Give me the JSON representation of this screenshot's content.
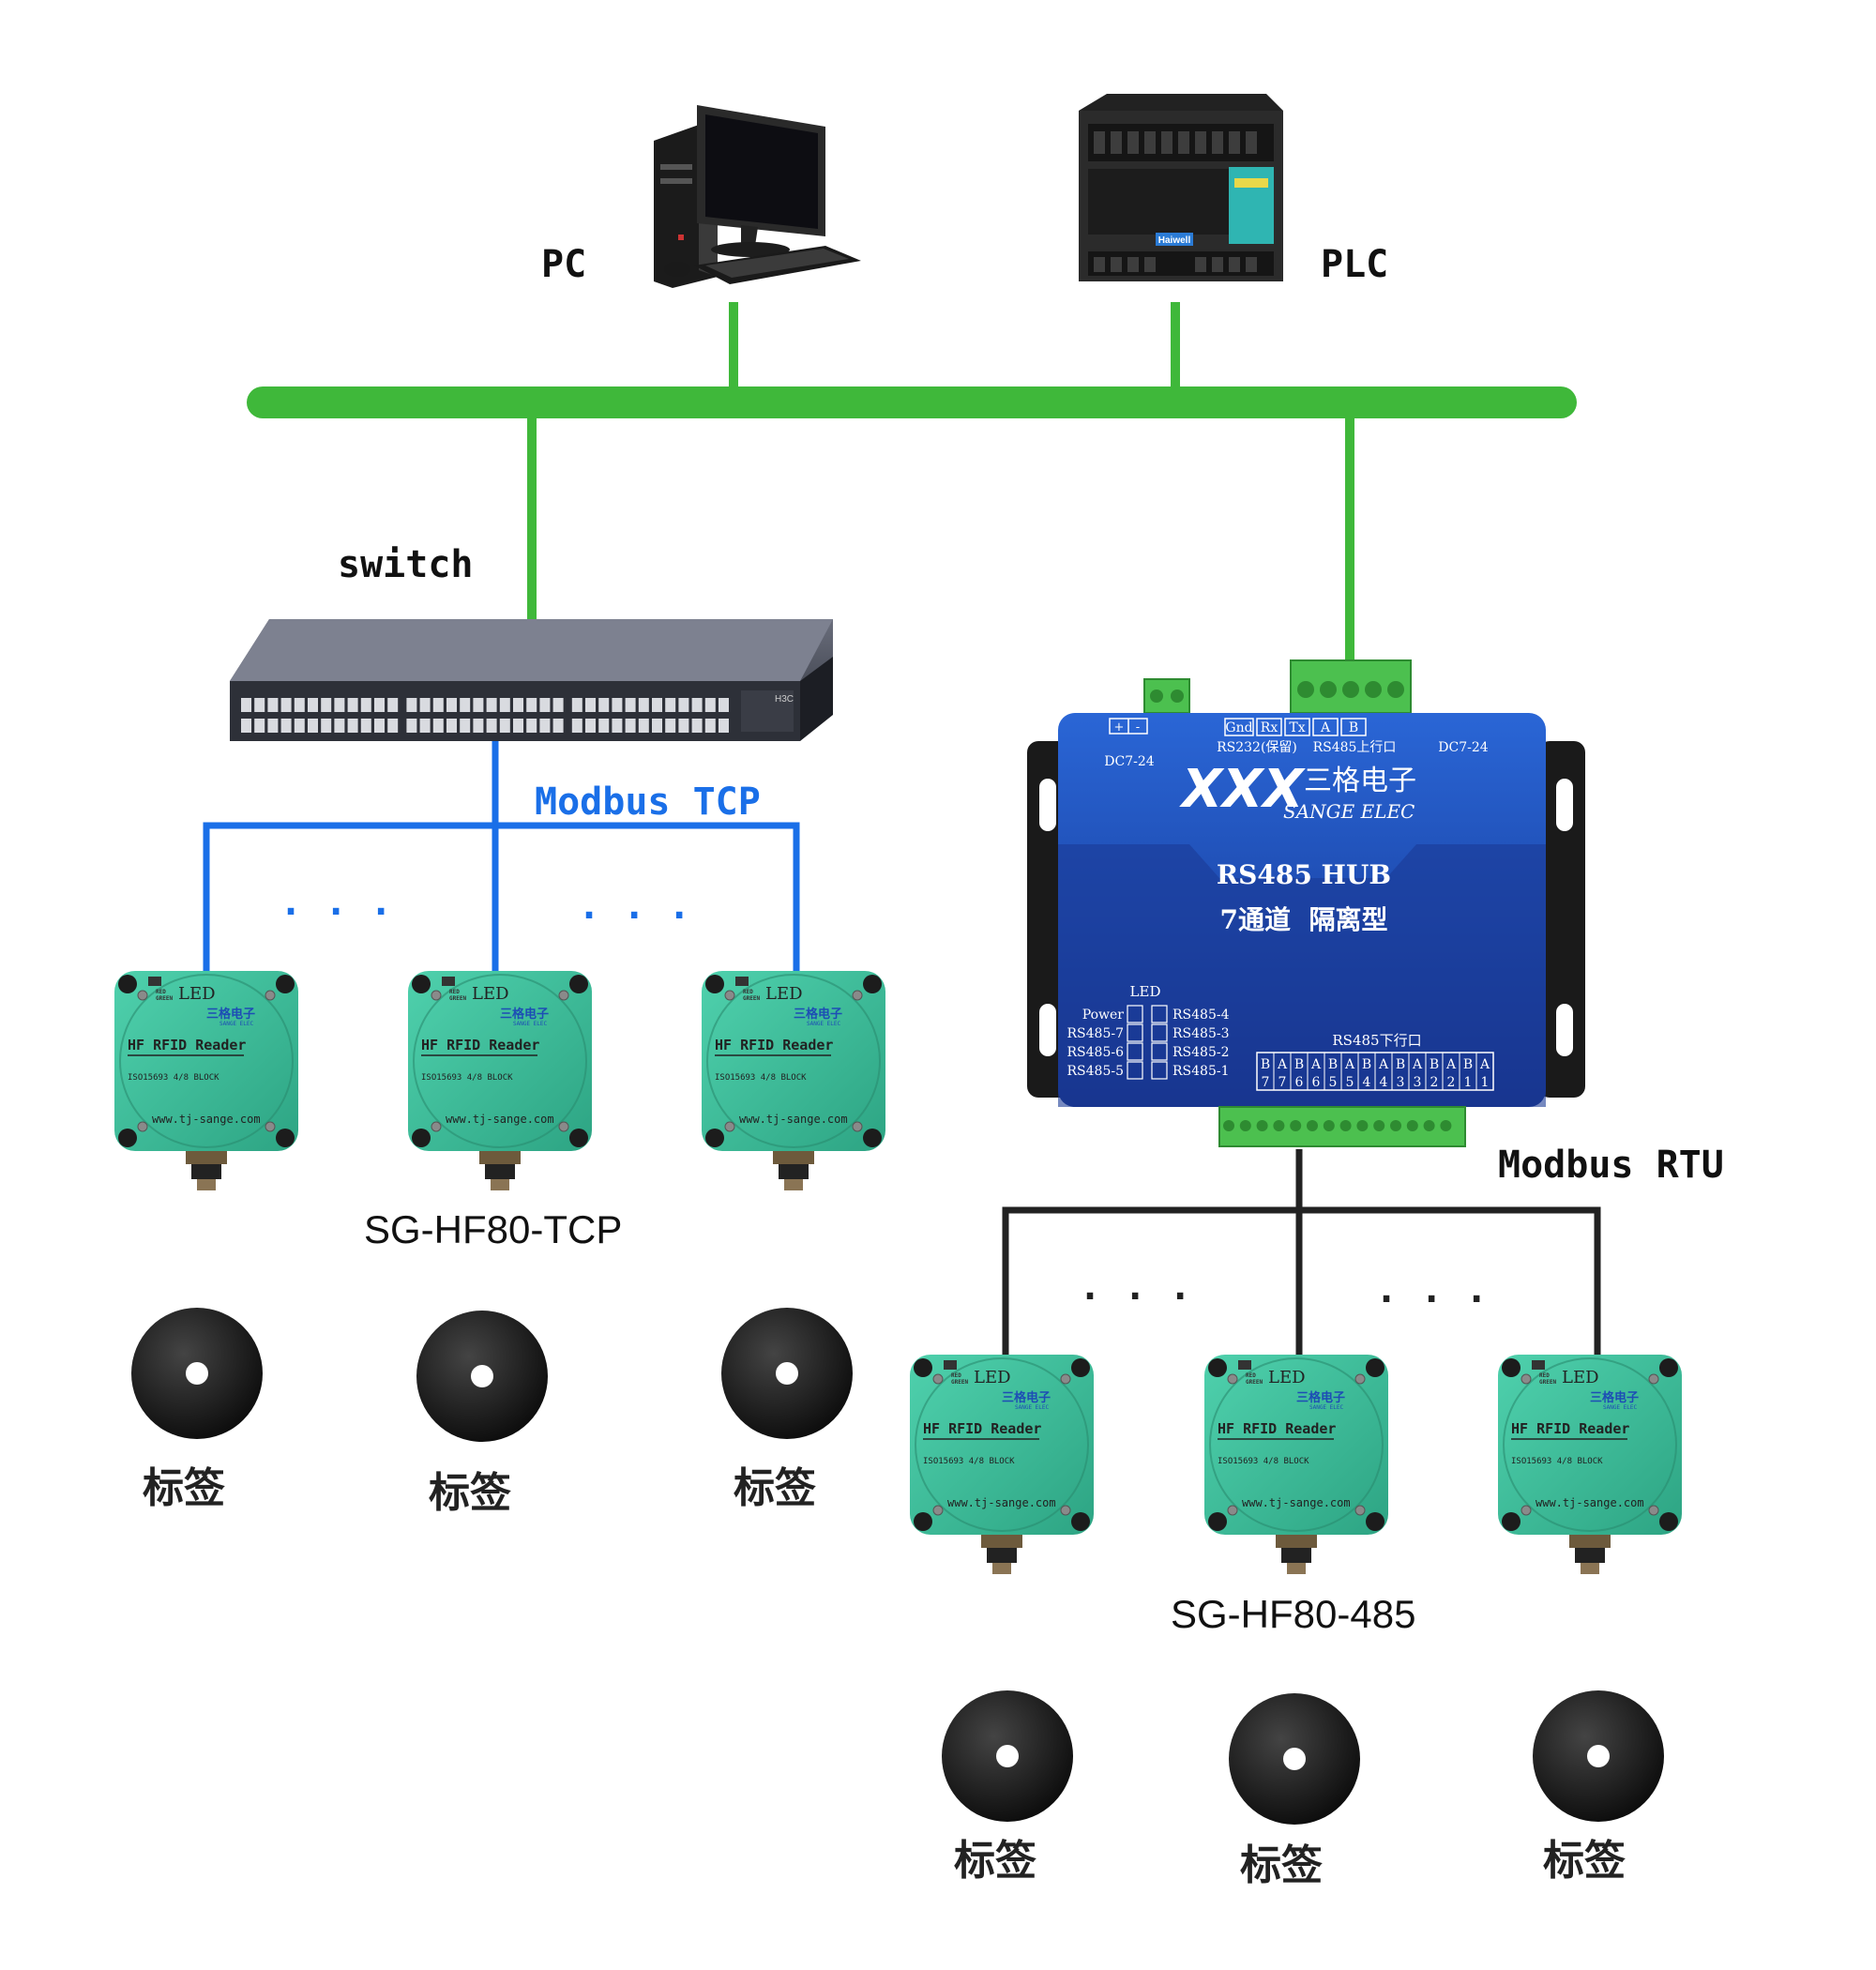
{
  "labels": {
    "pc": "PC",
    "plc": "PLC",
    "switch": "switch",
    "modbus_tcp": "Modbus TCP",
    "modbus_rtu": "Modbus RTU",
    "model_tcp": "SG-HF80-TCP",
    "model_485": "SG-HF80-485",
    "ellipsis": "..."
  },
  "tags": [
    "标签",
    "标签",
    "标签",
    "标签",
    "标签",
    "标签"
  ],
  "plc_device": {
    "brand": "Haiwell"
  },
  "switch_device": {
    "brand": "H3C"
  },
  "hub": {
    "brand_cn": "三格电子",
    "brand_en": "SANGE ELEC",
    "title": "RS485 HUB",
    "subtitle": "7通道  隔离型",
    "power_left": "DC7-24",
    "power_right": "DC7-24",
    "plus_minus": [
      "+",
      "-"
    ],
    "top_terminals": [
      "Gnd",
      "Rx",
      "Tx",
      "A",
      "B"
    ],
    "rs232": "RS232(保留)",
    "rs485_up": "RS485上行口",
    "led_title": "LED",
    "led_left": [
      "Power",
      "RS485-7",
      "RS485-6",
      "RS485-5"
    ],
    "led_right": [
      "RS485-4",
      "RS485-3",
      "RS485-2",
      "RS485-1"
    ],
    "down_title": "RS485下行口",
    "down_ports_top": [
      "B",
      "A",
      "B",
      "A",
      "B",
      "A",
      "B",
      "A",
      "B",
      "A",
      "B",
      "A",
      "B",
      "A"
    ],
    "down_ports_bottom": [
      "7",
      "7",
      "6",
      "6",
      "5",
      "5",
      "4",
      "4",
      "3",
      "3",
      "2",
      "2",
      "1",
      "1"
    ]
  },
  "reader": {
    "led": "LED",
    "red": "RED",
    "green": "GREEN",
    "brand": "三格电子",
    "brand_en": "SANGE ELEC",
    "title": "HF RFID Reader",
    "spec": "ISO15693 4/8 BLOCK",
    "url": "www.tj-sange.com"
  },
  "colors": {
    "bus_green": "#3fb83a",
    "tcp_blue": "#1a6fe8",
    "rtu_dark": "#222222",
    "reader_teal": "#3fbf9f",
    "hub_blue": "#1f4fb5"
  }
}
